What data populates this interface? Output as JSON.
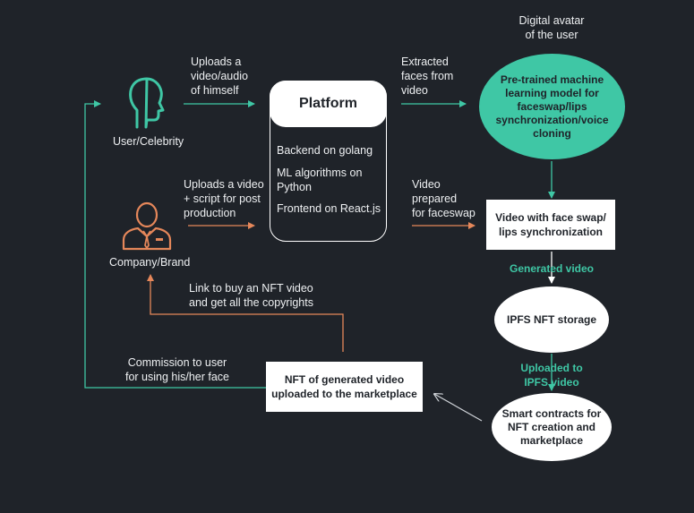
{
  "actors": {
    "user": "User/Celebrity",
    "company": "Company/Brand"
  },
  "flow_labels": {
    "uploads_video_audio": [
      "Uploads a",
      "video/audio",
      "of himself"
    ],
    "uploads_video_script": [
      "Uploads a video",
      "+ script for post",
      "production"
    ],
    "extracted_faces": [
      "Extracted",
      "faces from",
      "video"
    ],
    "video_prepared": [
      "Video",
      "prepared",
      "for faceswap"
    ],
    "digital_avatar": [
      "Digital avatar",
      "of the user"
    ],
    "link_to_buy": [
      "Link to buy an NFT video",
      "and get all the copyrights"
    ],
    "commission": [
      "Commission to user",
      "for using his/her face"
    ],
    "generated_video": "Generated video",
    "uploaded_ipfs": [
      "Uploaded to",
      "IPFS video"
    ]
  },
  "platform": {
    "title": "Platform",
    "items": [
      "Backend on golang",
      "ML algorithms on",
      "Python",
      "Frontend  on React.js"
    ]
  },
  "nodes": {
    "ml_model": [
      "Pre-trained machine",
      "learning model for",
      "faceswap/lips",
      "synchronization/voice",
      "cloning"
    ],
    "video_faceswap": [
      "Video with face swap/",
      "lips synchronization"
    ],
    "ipfs_storage": "IPFS NFT storage",
    "smart_contracts": [
      "Smart contracts for",
      "NFT creation and",
      "marketplace"
    ],
    "nft_marketplace": [
      "NFT of generated video",
      "uploaded to the marketplace"
    ]
  },
  "colors": {
    "background": "#1f2329",
    "accent_green": "#3fc7a5",
    "accent_orange": "#e5875a",
    "white": "#ffffff",
    "arrow_gray": "#cfd3d8"
  },
  "icons": {
    "user": "head-silhouette-icon",
    "company": "businessman-icon"
  }
}
